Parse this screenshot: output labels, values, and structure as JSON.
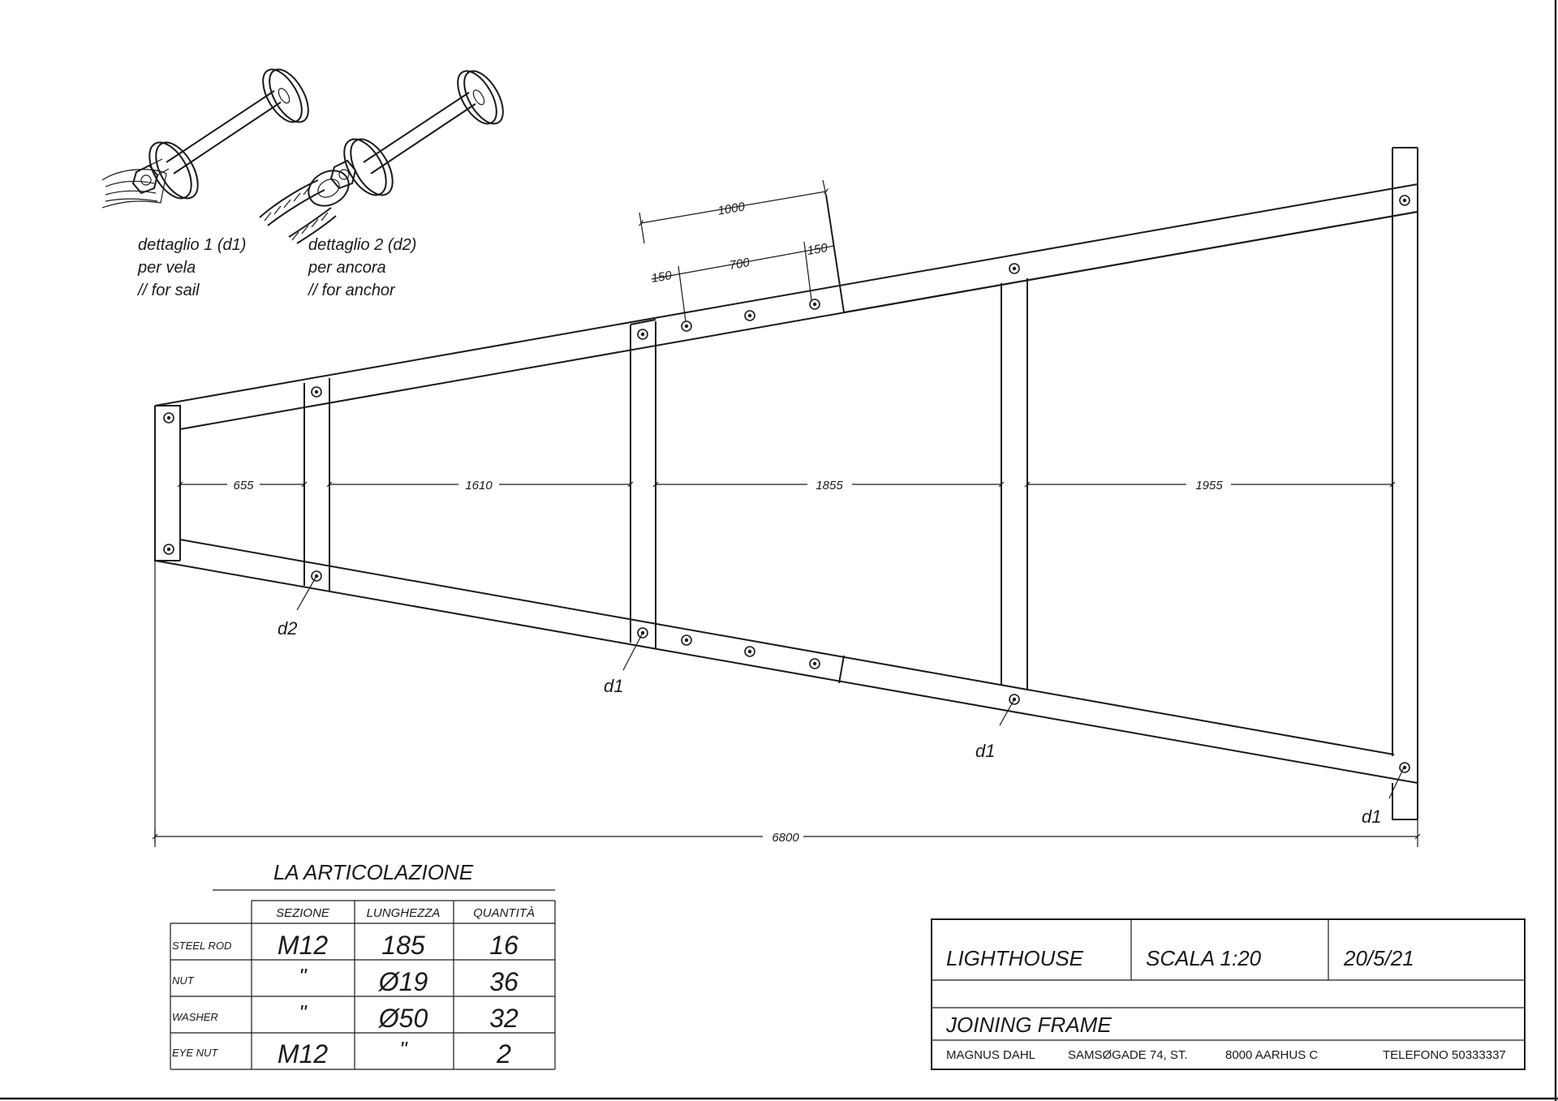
{
  "details": {
    "d1": {
      "title": "dettaglio 1 (d1)",
      "line2": "per vela",
      "line3": "// for sail"
    },
    "d2": {
      "title": "dettaglio 2 (d2)",
      "line2": "per ancora",
      "line3": "// for anchor"
    }
  },
  "dimensions": {
    "top": [
      "1000",
      "700",
      "150",
      "150"
    ],
    "bays": [
      "655",
      "1610",
      "1855",
      "1955"
    ],
    "overall": "6800"
  },
  "callouts": [
    "d2",
    "d1",
    "d1",
    "d1"
  ],
  "parts_table": {
    "title": "LA ARTICOLAZIONE",
    "headers": [
      "SEZIONE",
      "LUNGHEZZA",
      "QUANTITÀ"
    ],
    "rows": [
      {
        "name": "STEEL ROD",
        "section": "M12",
        "length": "185",
        "qty": "16"
      },
      {
        "name": "NUT",
        "section": "\"",
        "length": "Ø19",
        "qty": "36"
      },
      {
        "name": "WASHER",
        "section": "\"",
        "length": "Ø50",
        "qty": "32"
      },
      {
        "name": "EYE NUT",
        "section": "M12",
        "length": "\"",
        "qty": "2"
      }
    ]
  },
  "title_block": {
    "project": "LIGHTHOUSE",
    "scale": "SCALA 1:20",
    "date": "20/5/21",
    "drawing_title": "JOINING FRAME",
    "author": "MAGNUS DAHL",
    "address": "SAMSØGADE 74, ST.",
    "city": "8000 AARHUS C",
    "phone": "TELEFONO 50333337"
  }
}
